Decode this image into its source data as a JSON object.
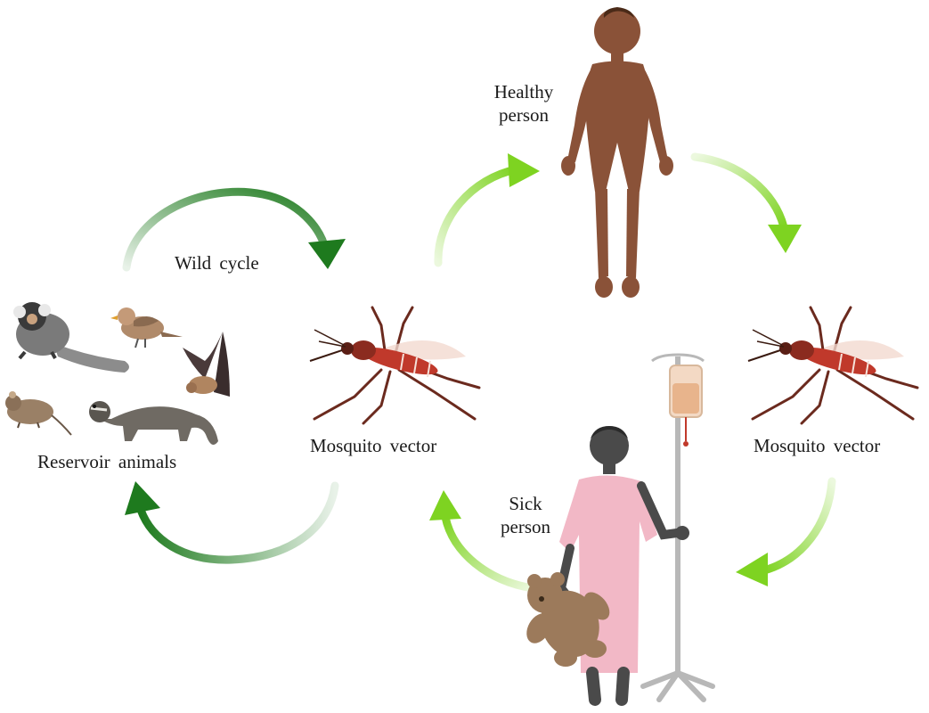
{
  "labels": {
    "wild_cycle": "Wild cycle",
    "reservoir_animals": "Reservoir animals",
    "mosquito_vector_left": "Mosquito vector",
    "mosquito_vector_right": "Mosquito vector",
    "healthy_person_line1": "Healthy",
    "healthy_person_line2": "person",
    "sick_person_line1": "Sick",
    "sick_person_line2": "person"
  },
  "colors": {
    "wild_cycle_arrow": "#1e7a1e",
    "human_cycle_arrow": "#7ed321",
    "skin_healthy": "#8a5238",
    "skin_sick": "#4a4a4a",
    "gown": "#f2b8c6",
    "mosquito_body": "#c0392b",
    "mosquito_legs": "#6b2a1e",
    "teddy": "#9c7a5b"
  },
  "icons": [
    "marmoset-icon",
    "bird-icon",
    "bat-icon",
    "rodent-icon",
    "civet-icon",
    "mosquito-icon",
    "healthy-child-icon",
    "sick-child-icon",
    "iv-drip-stand-icon",
    "teddy-bear-icon"
  ]
}
